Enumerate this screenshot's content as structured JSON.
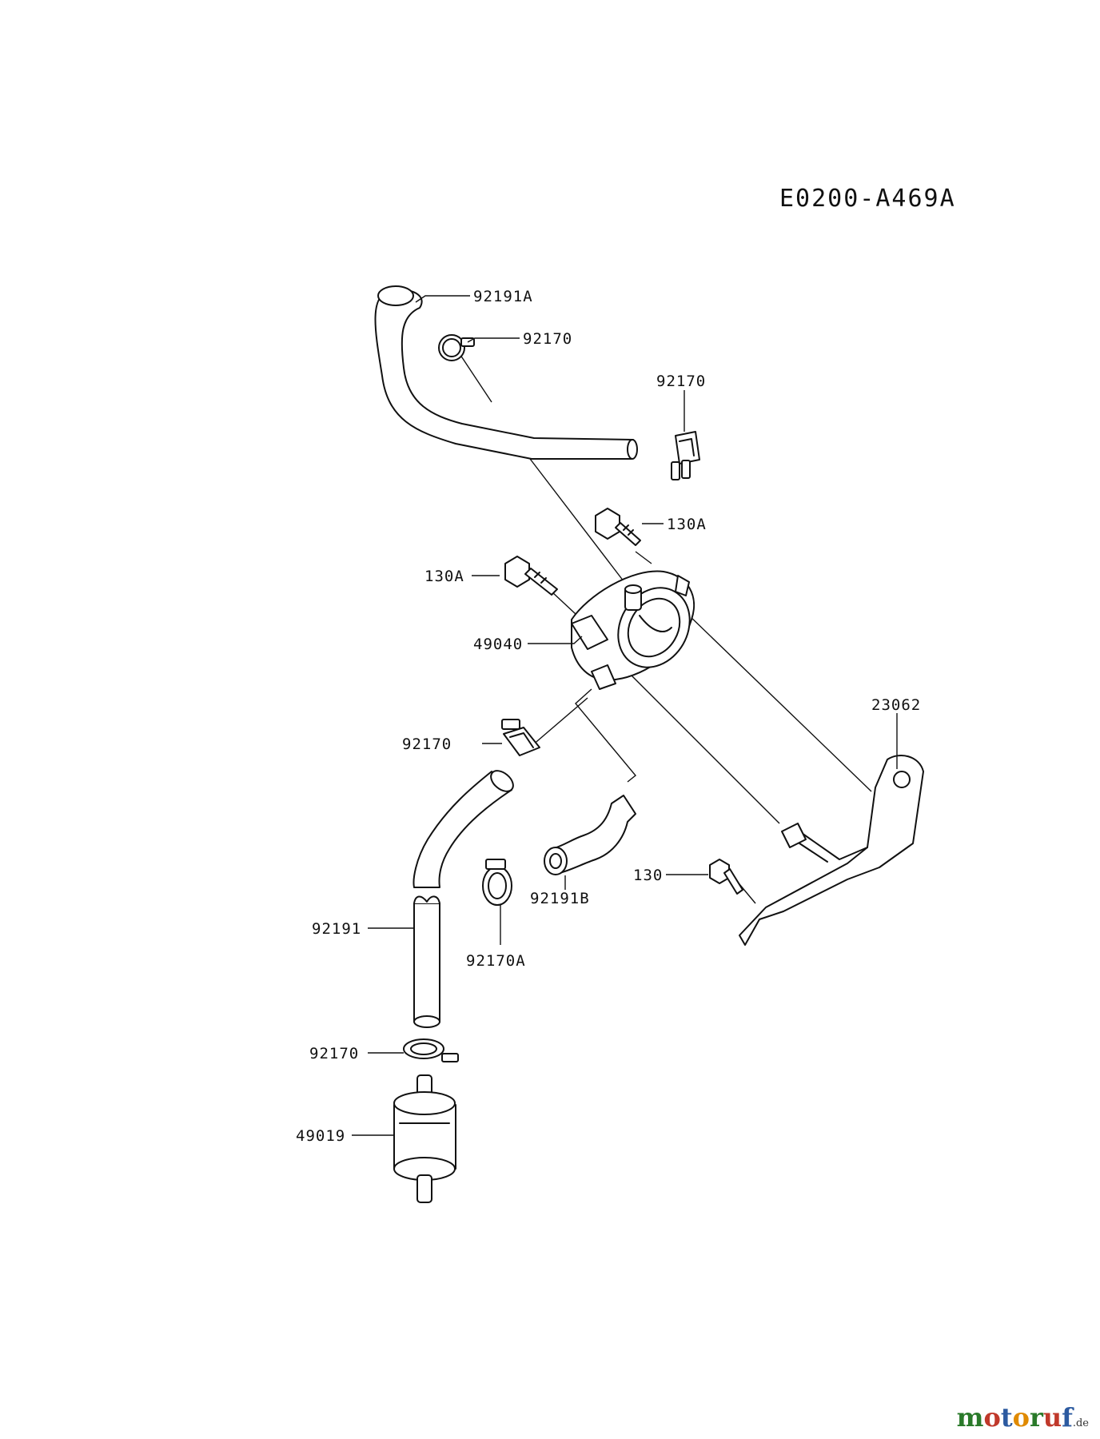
{
  "diagram_code": "E0200-A469A",
  "watermark": {
    "text": "motoruf",
    "suffix": ".de",
    "colors": [
      "#2a7a2a",
      "#c0392b",
      "#2c5aa0",
      "#e08a00"
    ]
  },
  "labels": {
    "hose_upper": "92191A",
    "clamp_upper_a": "92170",
    "clamp_upper_b": "92170",
    "bolt_right": "130A",
    "bolt_left": "130A",
    "fuel_pump": "49040",
    "bracket": "23062",
    "clamp_mid": "92170",
    "bolt_bracket": "130",
    "hose_b": "92191B",
    "clamp_a": "92170A",
    "hose_lower": "92191",
    "clamp_lower": "92170",
    "fuel_filter": "49019"
  }
}
